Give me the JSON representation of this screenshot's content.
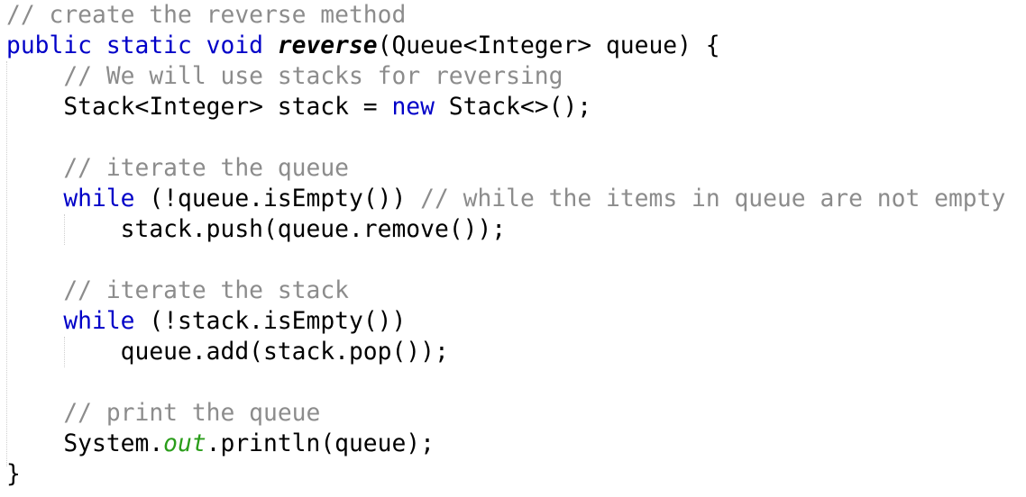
{
  "editor": {
    "lines": [
      {
        "tokens": [
          {
            "t": "comment",
            "v": "// create the reverse method"
          }
        ]
      },
      {
        "tokens": [
          {
            "t": "keyword",
            "v": "public static void "
          },
          {
            "t": "method",
            "v": "reverse"
          },
          {
            "t": "plain",
            "v": "(Queue<Integer> queue) {"
          }
        ]
      },
      {
        "tokens": [
          {
            "t": "plain",
            "v": "    "
          },
          {
            "t": "comment",
            "v": "// We will use stacks for reversing"
          }
        ]
      },
      {
        "tokens": [
          {
            "t": "plain",
            "v": "    Stack<Integer> stack = "
          },
          {
            "t": "keyword",
            "v": "new"
          },
          {
            "t": "plain",
            "v": " Stack<>();"
          }
        ]
      },
      {
        "tokens": []
      },
      {
        "tokens": [
          {
            "t": "plain",
            "v": "    "
          },
          {
            "t": "comment",
            "v": "// iterate the queue"
          }
        ]
      },
      {
        "tokens": [
          {
            "t": "plain",
            "v": "    "
          },
          {
            "t": "keyword",
            "v": "while"
          },
          {
            "t": "plain",
            "v": " (!queue.isEmpty()) "
          },
          {
            "t": "comment",
            "v": "// while the items in queue are not empty"
          }
        ]
      },
      {
        "tokens": [
          {
            "t": "plain",
            "v": "        stack.push(queue.remove());"
          }
        ]
      },
      {
        "tokens": []
      },
      {
        "tokens": [
          {
            "t": "plain",
            "v": "    "
          },
          {
            "t": "comment",
            "v": "// iterate the stack"
          }
        ]
      },
      {
        "tokens": [
          {
            "t": "plain",
            "v": "    "
          },
          {
            "t": "keyword",
            "v": "while"
          },
          {
            "t": "plain",
            "v": " (!stack.isEmpty())"
          }
        ]
      },
      {
        "tokens": [
          {
            "t": "plain",
            "v": "        queue.add(stack.pop());"
          }
        ]
      },
      {
        "tokens": []
      },
      {
        "tokens": [
          {
            "t": "plain",
            "v": "    "
          },
          {
            "t": "comment",
            "v": "// print the queue"
          }
        ]
      },
      {
        "tokens": [
          {
            "t": "plain",
            "v": "    System."
          },
          {
            "t": "field",
            "v": "out"
          },
          {
            "t": "plain",
            "v": ".println(queue);"
          }
        ]
      },
      {
        "tokens": [
          {
            "t": "plain",
            "v": "}"
          }
        ]
      }
    ]
  },
  "colors": {
    "background": "#ffffff",
    "comment": "#8c8c8c",
    "keyword": "#0000c8",
    "field": "#2a9d1a",
    "text": "#000000"
  }
}
